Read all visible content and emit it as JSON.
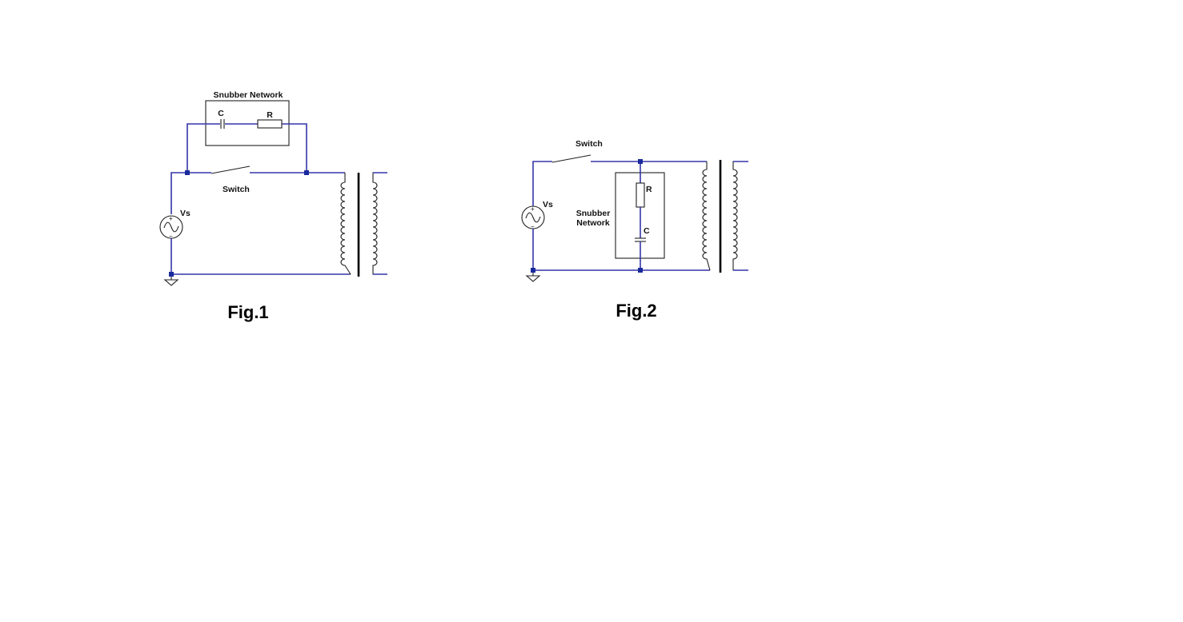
{
  "figures": [
    {
      "caption": "Fig.1",
      "labels": {
        "network": "Snubber Network",
        "capacitor": "C",
        "resistor": "R",
        "switch": "Switch",
        "source": "Vs",
        "plus": "+",
        "minus": "−"
      }
    },
    {
      "caption": "Fig.2",
      "labels": {
        "network_line1": "Snubber",
        "network_line2": "Network",
        "capacitor": "C",
        "resistor": "R",
        "switch": "Switch",
        "source": "Vs",
        "plus": "+",
        "minus": "−"
      }
    }
  ],
  "colors": {
    "wire": "#3535a8",
    "node": "#1a2a9c",
    "component": "#202020"
  }
}
